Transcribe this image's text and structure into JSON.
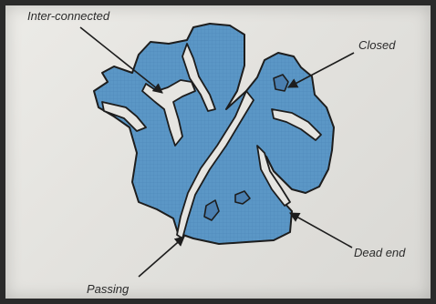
{
  "labels": {
    "inter_connected": "Inter-connected",
    "closed": "Closed",
    "dead_end": "Dead end",
    "passing": "Passing"
  },
  "colors": {
    "rock": "#5b97c6",
    "outline": "#1d1d1d",
    "pore": "#e6e5e1",
    "grid": "#4a86b6"
  }
}
